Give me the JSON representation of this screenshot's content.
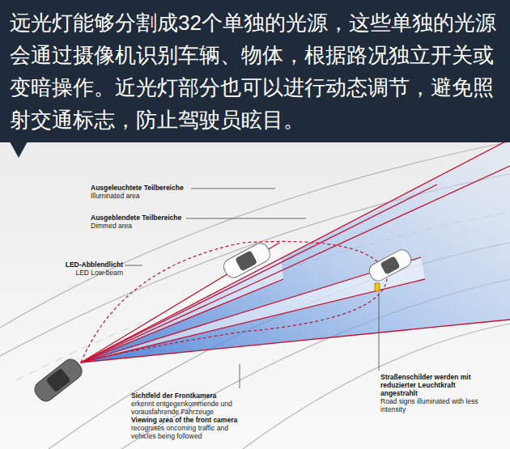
{
  "diagram": {
    "title": "远光灯能够分割成32个单独的光源，这些单独的光源会通过摄像机识别车辆、物体，根据路况独立开关或变暗操作。近光灯部分也可以进行动态调节，避免照射交通标志，防止驾驶员眩目。",
    "labels": [
      "Ausgeleuchtete Teilbereiche",
      "Illuminated area",
      "Ausgeblendete Teilbereiche",
      "Dimmed area",
      "LED-Abblendlicht",
      "LED Low-beam",
      "Sichtfeld der Frontkamera",
      "erkennt entgegenkommende und vorausfahrende Fahrzeuge",
      "Viewing area of the front camera",
      "recognises oncoming traffic and vehicles being followed",
      "Straßenschilder werden mit reduzierter Leuchtkraft angestrahlt",
      "Road signs illuminated with less intensity"
    ]
  }
}
